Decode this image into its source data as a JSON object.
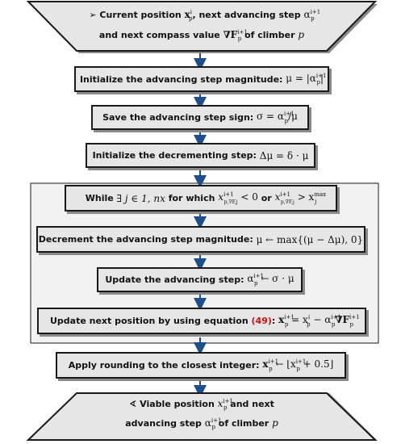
{
  "start": {
    "line1_a": "Current position",
    "x_sym": "x",
    "x_sup": "i",
    "x_sub": "p",
    "line1_b": ", next advancing step",
    "alpha": "α",
    "alpha_sup": "i+1",
    "alpha_sub": "p",
    "line2_a": "and next compass value",
    "nabla": "∇F",
    "nabla_sup": "i+1",
    "nabla_sub": "p",
    "line2_b": "of climber",
    "p": "p"
  },
  "step1": {
    "label": "Initialize the advancing step magnitude:",
    "formula": "μ = |α",
    "sup": "i+1",
    "sub": "p",
    "close": "|"
  },
  "step2": {
    "label": "Save the advancing step sign:",
    "formula": "σ = α",
    "sup": "i+1",
    "sub": "p",
    "tail": "/μ"
  },
  "step3": {
    "label": "Initialize the decrementing step:",
    "formula": "Δμ = δ · μ"
  },
  "loop": {
    "label": "While",
    "cond1": "∃ j ∈ 1, nx",
    "mid": "for which",
    "cond2": "x",
    "cond2_sup": "i+1",
    "cond2_sub": "p,∇F,j",
    "cond2_tail": "< 0",
    "or": "or",
    "cond3": "x",
    "cond3_sup": "i+1",
    "cond3_sub": "p,∇F,j",
    "cond3_tail": "> x",
    "cond3_sup2": "max",
    "cond3_sub2": "j"
  },
  "step4": {
    "label": "Decrement the advancing step magnitude:",
    "formula": "μ ← max{(μ − Δμ), 0}"
  },
  "step5": {
    "label": "Update the advancing step:",
    "formula": "α",
    "sup": "i+1",
    "sub": "p",
    "tail": "← σ · μ"
  },
  "step6": {
    "label": "Update next position by using equation",
    "ref": "(49)",
    "colon": ":",
    "f1": "x",
    "f1_sup": "i+1",
    "f1_sub": "p",
    "f2": "= x",
    "f2_sup": "i",
    "f2_sub": "p",
    "f3": "− α",
    "f3_sup": "i+1",
    "f3_sub": "p",
    "f4": "∇F",
    "f4_sup": "i+1",
    "f4_sub": "p"
  },
  "step7": {
    "label": "Apply rounding to the closest integer:",
    "f1": "x",
    "sup": "i+1",
    "sub": "p",
    "f2": "← ⌊x",
    "sup2": "i+1",
    "sub2": "p",
    "f3": "+ 0.5⌋"
  },
  "end": {
    "line1_a": "Viable position",
    "x_sym": "x",
    "x_sup": "i+1",
    "x_sub": "p",
    "line1_b": "and next",
    "line2_a": "advancing step",
    "alpha": "α",
    "alpha_sup": "i+1",
    "alpha_sub": "p",
    "line2_b": "of climber",
    "p": "p"
  },
  "colors": {
    "box_fill": "#e6e6e6",
    "loop_fill": "#f2f2f2",
    "arrow": "#1f4e8c",
    "border": "#1a1a1a",
    "ref": "#d01010"
  }
}
